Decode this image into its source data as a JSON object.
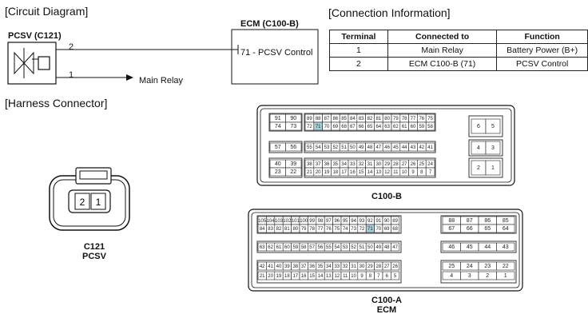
{
  "sections": {
    "circuit_diagram": "[Circuit Diagram]",
    "connection_information": "[Connection Information]",
    "harness_connector": "[Harness Connector]"
  },
  "circuit": {
    "pcsv_label": "PCSV (C121)",
    "ecm_label": "ECM (C100-B)",
    "wire_top_number": "2",
    "wire_bottom_number": "1",
    "ecm_pin_text": "71 - PCSV Control",
    "main_relay_text": "Main Relay"
  },
  "connection_table": {
    "headers": [
      "Terminal",
      "Connected to",
      "Function"
    ],
    "rows": [
      [
        "1",
        "Main Relay",
        "Battery Power (B+)"
      ],
      [
        "2",
        "ECM C100-B (71)",
        "PCSV Control"
      ]
    ]
  },
  "harness": {
    "c121_pins": [
      "2",
      "1"
    ],
    "c121_label_line1": "C121",
    "c121_label_line2": "PCSV",
    "c100b_label": "C100-B",
    "c100a_label_line1": "C100-A",
    "c100a_label_line2": "ECM",
    "highlight_pin": "71",
    "highlight_color": "#a9cfd6",
    "c100b": {
      "small_top_row1": [
        "91",
        "90"
      ],
      "small_top_row2": [
        "74",
        "73"
      ],
      "wide_top_row1": [
        "89",
        "88",
        "87",
        "86",
        "85",
        "84",
        "83",
        "82",
        "81",
        "80",
        "79",
        "78",
        "77",
        "76",
        "75"
      ],
      "wide_top_row2": [
        "72",
        "71",
        "70",
        "69",
        "68",
        "67",
        "66",
        "65",
        "64",
        "63",
        "62",
        "61",
        "60",
        "59",
        "58"
      ],
      "mid_small": [
        "57",
        "56"
      ],
      "mid_wide": [
        "55",
        "54",
        "53",
        "52",
        "51",
        "50",
        "49",
        "48",
        "47",
        "46",
        "45",
        "44",
        "43",
        "42",
        "41"
      ],
      "bot_small_row1": [
        "40",
        "39"
      ],
      "bot_small_row2": [
        "23",
        "22"
      ],
      "bot_wide_row1": [
        "38",
        "37",
        "36",
        "35",
        "34",
        "33",
        "32",
        "31",
        "30",
        "29",
        "28",
        "27",
        "26",
        "25",
        "24"
      ],
      "bot_wide_row2": [
        "21",
        "20",
        "19",
        "18",
        "17",
        "16",
        "15",
        "14",
        "13",
        "12",
        "11",
        "10",
        "9",
        "8",
        "7"
      ],
      "right_top": [
        "6",
        "5"
      ],
      "right_mid": [
        "4",
        "3"
      ],
      "right_bot": [
        "2",
        "1"
      ]
    },
    "c100a": {
      "main_r1": [
        "105",
        "104",
        "103",
        "102",
        "101",
        "100",
        "99",
        "98",
        "97",
        "96",
        "95",
        "94",
        "93",
        "92",
        "91",
        "90",
        "89"
      ],
      "main_r2": [
        "84",
        "83",
        "82",
        "81",
        "80",
        "79",
        "78",
        "77",
        "76",
        "75",
        "74",
        "73",
        "72",
        "71",
        "70",
        "69",
        "68"
      ],
      "main_r3": [
        "63",
        "62",
        "61",
        "60",
        "59",
        "58",
        "57",
        "56",
        "55",
        "54",
        "53",
        "52",
        "51",
        "50",
        "49",
        "48",
        "47"
      ],
      "main_r4": [
        "42",
        "41",
        "40",
        "39",
        "38",
        "37",
        "36",
        "35",
        "34",
        "33",
        "32",
        "31",
        "30",
        "29",
        "28",
        "27",
        "26"
      ],
      "main_r5": [
        "21",
        "20",
        "19",
        "18",
        "17",
        "16",
        "15",
        "14",
        "13",
        "12",
        "11",
        "10",
        "9",
        "8",
        "7",
        "6",
        "5"
      ],
      "side_r1": [
        "88",
        "87",
        "86",
        "85"
      ],
      "side_r2": [
        "67",
        "66",
        "65",
        "64"
      ],
      "side_r3": [
        "46",
        "45",
        "44",
        "43"
      ],
      "side_r4": [
        "25",
        "24",
        "23",
        "22"
      ],
      "side_r5": [
        "4",
        "3",
        "2",
        "1"
      ]
    }
  }
}
